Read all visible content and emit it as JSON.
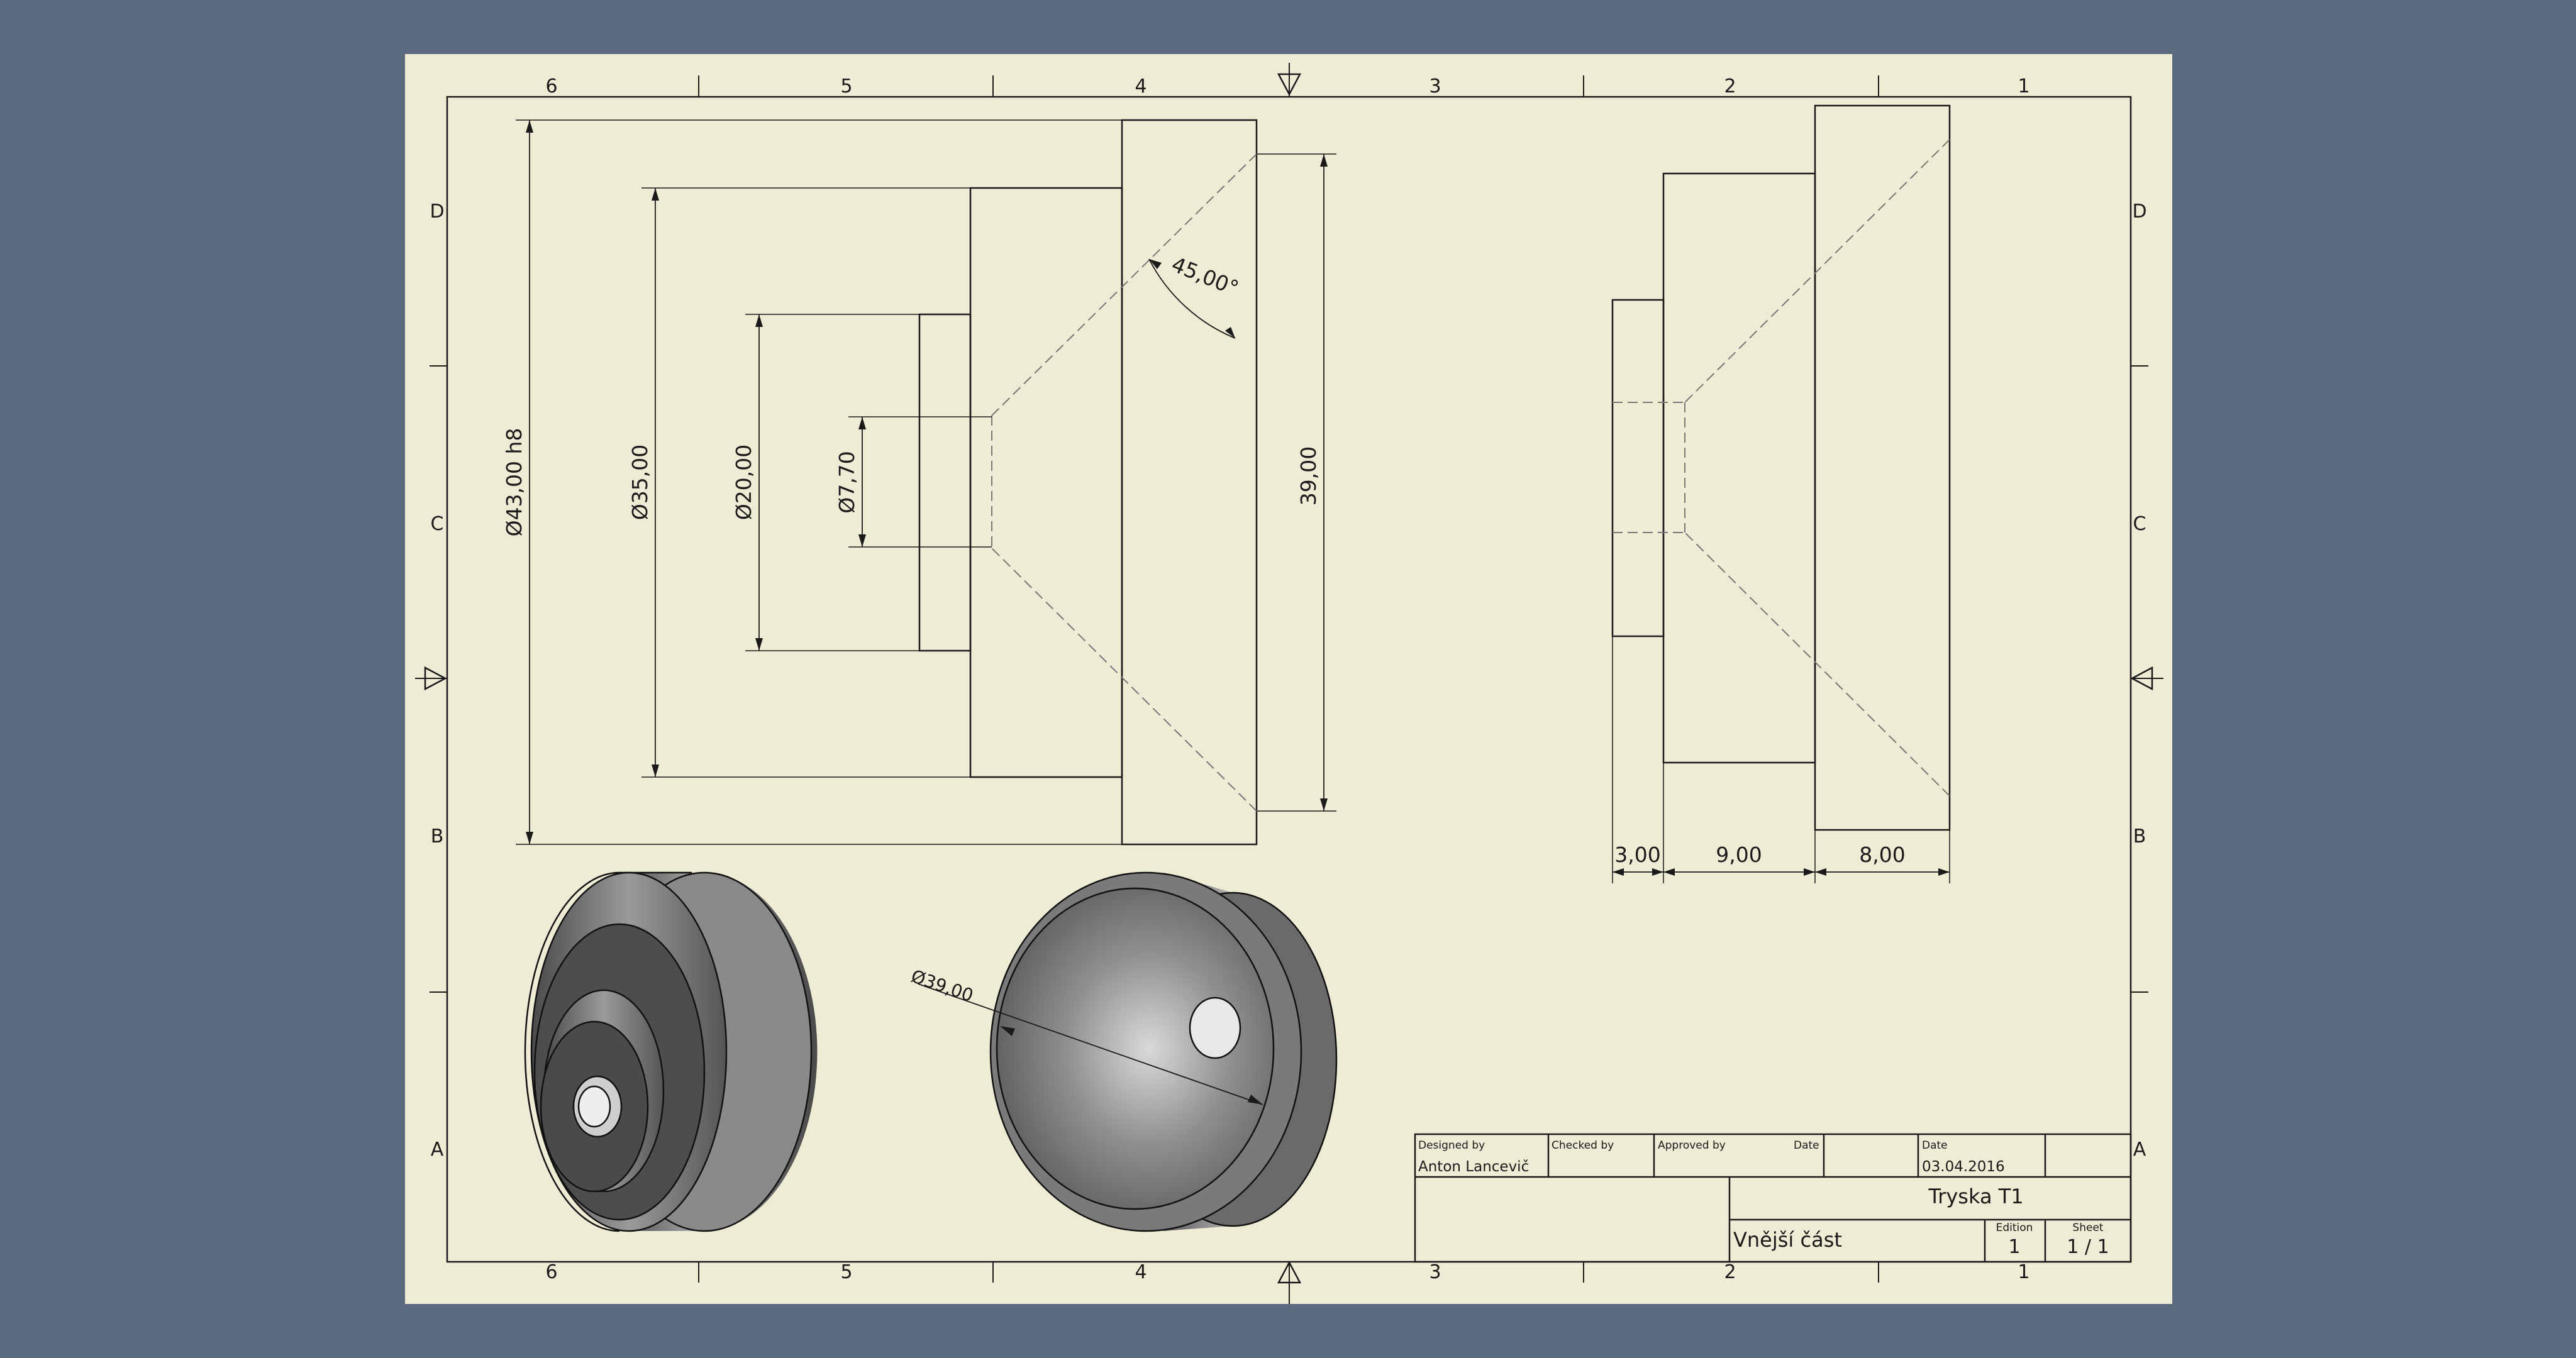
{
  "colors": {
    "background": "#5b6a7e",
    "paper": "#eeecd5",
    "line": "#1a1a1a",
    "hidden_line": "#777777",
    "solid_dark": "#3f3f3f",
    "solid_light": "#c8c8c8"
  },
  "zones": {
    "columns": [
      "6",
      "5",
      "4",
      "3",
      "2",
      "1"
    ],
    "rows": [
      "D",
      "C",
      "B",
      "A"
    ]
  },
  "front_view": {
    "dims": {
      "d43": "Ø43,00 h8",
      "d35": "Ø35,00",
      "d20": "Ø20,00",
      "d7": "Ø7,70",
      "h39": "39,00",
      "angle": "45,00°"
    }
  },
  "side_view": {
    "dims": {
      "w1": "3,00",
      "w2": "9,00",
      "w3": "8,00"
    }
  },
  "iso_view": {
    "dim": "Ø39,00"
  },
  "title_block": {
    "designed_by_label": "Designed by",
    "designed_by": "Anton Lancevič",
    "checked_by_label": "Checked by",
    "approved_by_label": "Approved by",
    "date_label_1": "Date",
    "date_label_2": "Date",
    "date": "03.04.2016",
    "title": "Tryska T1",
    "subtitle": "Vnější část",
    "edition_label": "Edition",
    "edition": "1",
    "sheet_label": "Sheet",
    "sheet": "1 / 1"
  }
}
